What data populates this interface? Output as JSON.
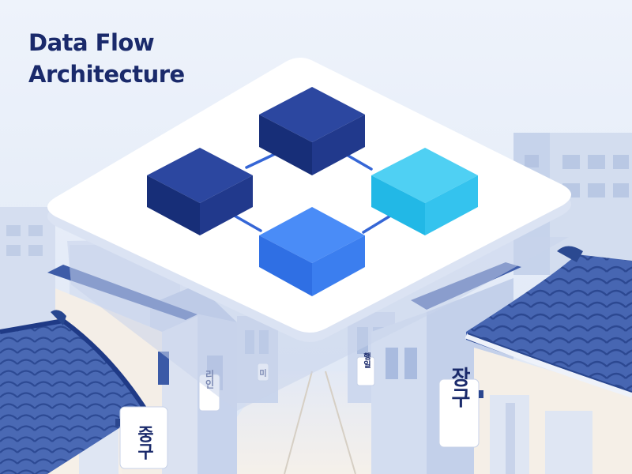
{
  "title": {
    "line1": "Data Flow",
    "line2": "Architecture"
  },
  "signs": [
    {
      "text": "중구"
    },
    {
      "text": "리인"
    },
    {
      "text": "미"
    },
    {
      "text": "행일"
    },
    {
      "text": "장구"
    }
  ],
  "colors": {
    "sky": "#e8eef8",
    "platform": "#ffffff",
    "block_navy": "#1f3a8a",
    "block_cyan": "#29c3ee",
    "block_blue": "#3b82f6",
    "roof": "#3a5ba8",
    "title": "#1a2a6b"
  }
}
